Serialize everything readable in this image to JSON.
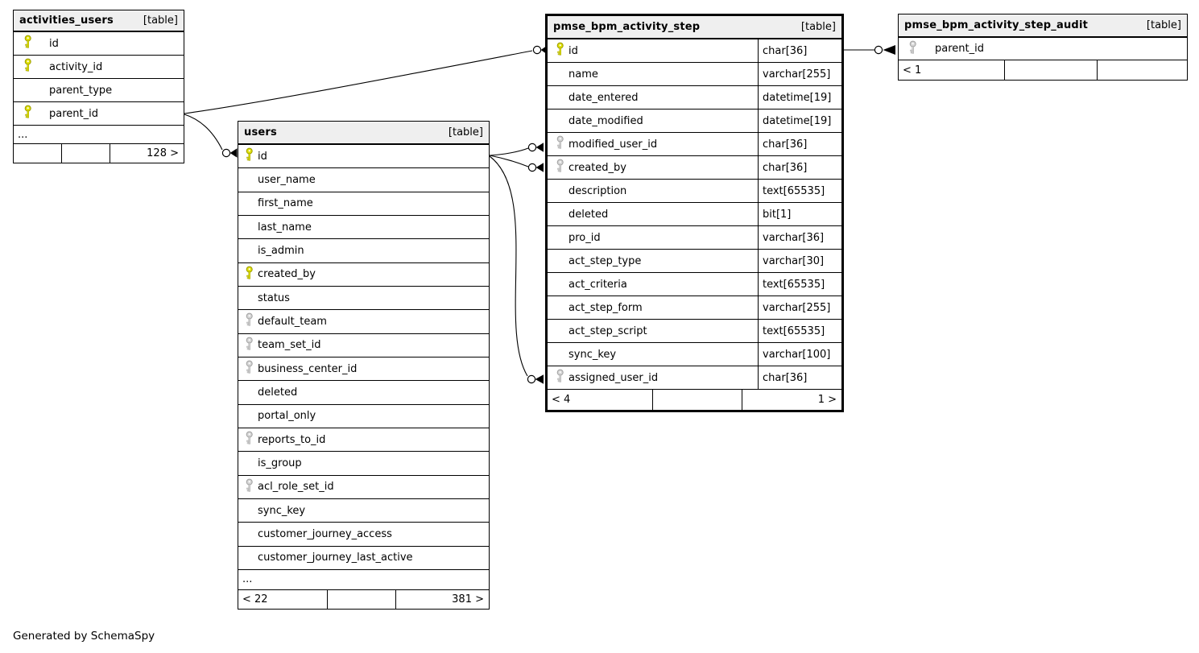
{
  "page": {
    "generator_note": "Generated by SchemaSpy"
  },
  "tables": [
    {
      "key": "activities_users",
      "title": "activities_users",
      "badge": "[table]",
      "columns": [
        {
          "name": "id",
          "icon": "pk"
        },
        {
          "name": "activity_id",
          "icon": "pk"
        },
        {
          "name": "parent_type",
          "icon": null
        },
        {
          "name": "parent_id",
          "icon": "pk"
        }
      ],
      "ellipsis": "...",
      "footer": [
        "",
        "",
        "128 >"
      ]
    },
    {
      "key": "users",
      "title": "users",
      "badge": "[table]",
      "columns": [
        {
          "name": "id",
          "icon": "pk"
        },
        {
          "name": "user_name",
          "icon": null
        },
        {
          "name": "first_name",
          "icon": null
        },
        {
          "name": "last_name",
          "icon": null
        },
        {
          "name": "is_admin",
          "icon": null
        },
        {
          "name": "created_by",
          "icon": "pk"
        },
        {
          "name": "status",
          "icon": null
        },
        {
          "name": "default_team",
          "icon": "fk"
        },
        {
          "name": "team_set_id",
          "icon": "fk"
        },
        {
          "name": "business_center_id",
          "icon": "fk"
        },
        {
          "name": "deleted",
          "icon": null
        },
        {
          "name": "portal_only",
          "icon": null
        },
        {
          "name": "reports_to_id",
          "icon": "fk"
        },
        {
          "name": "is_group",
          "icon": null
        },
        {
          "name": "acl_role_set_id",
          "icon": "fk"
        },
        {
          "name": "sync_key",
          "icon": null
        },
        {
          "name": "customer_journey_access",
          "icon": null
        },
        {
          "name": "customer_journey_last_active",
          "icon": null
        }
      ],
      "ellipsis": "...",
      "footer": [
        "< 22",
        "",
        "381 >"
      ]
    },
    {
      "key": "pmse_bpm_activity_step",
      "title": "pmse_bpm_activity_step",
      "badge": "[table]",
      "columns": [
        {
          "name": "id",
          "icon": "pk",
          "type": "char[36]"
        },
        {
          "name": "name",
          "icon": null,
          "type": "varchar[255]"
        },
        {
          "name": "date_entered",
          "icon": null,
          "type": "datetime[19]"
        },
        {
          "name": "date_modified",
          "icon": null,
          "type": "datetime[19]"
        },
        {
          "name": "modified_user_id",
          "icon": "fk",
          "type": "char[36]"
        },
        {
          "name": "created_by",
          "icon": "fk",
          "type": "char[36]"
        },
        {
          "name": "description",
          "icon": null,
          "type": "text[65535]"
        },
        {
          "name": "deleted",
          "icon": null,
          "type": "bit[1]"
        },
        {
          "name": "pro_id",
          "icon": null,
          "type": "varchar[36]"
        },
        {
          "name": "act_step_type",
          "icon": null,
          "type": "varchar[30]"
        },
        {
          "name": "act_criteria",
          "icon": null,
          "type": "text[65535]"
        },
        {
          "name": "act_step_form",
          "icon": null,
          "type": "varchar[255]"
        },
        {
          "name": "act_step_script",
          "icon": null,
          "type": "text[65535]"
        },
        {
          "name": "sync_key",
          "icon": null,
          "type": "varchar[100]"
        },
        {
          "name": "assigned_user_id",
          "icon": "fk",
          "type": "char[36]"
        }
      ],
      "ellipsis": null,
      "footer": [
        "< 4",
        "",
        "1 >"
      ]
    },
    {
      "key": "pmse_bpm_activity_step_audit",
      "title": "pmse_bpm_activity_step_audit",
      "badge": "[table]",
      "columns": [
        {
          "name": "parent_id",
          "icon": "fk"
        }
      ],
      "ellipsis": null,
      "footer": [
        "< 1",
        "",
        ""
      ]
    }
  ],
  "colors": {
    "primary_key": "#e0e000",
    "primary_key_stroke": "#9a9a00",
    "foreign_key": "#d4d4d4",
    "foreign_key_stroke": "#a0a0a0",
    "header_bg": "#efefef"
  }
}
